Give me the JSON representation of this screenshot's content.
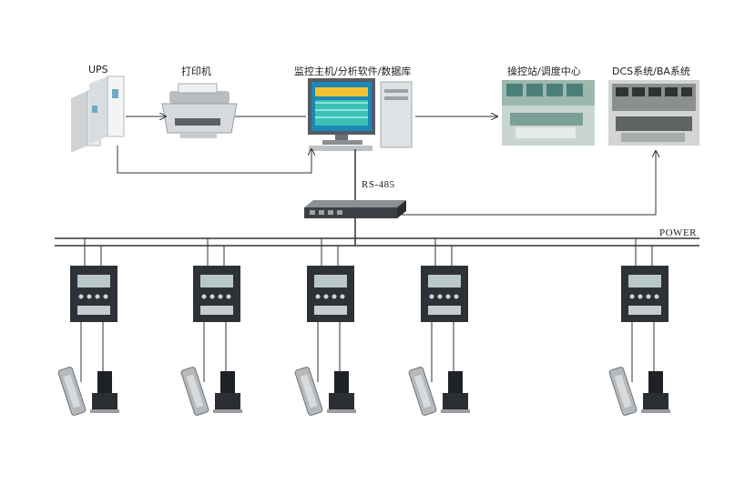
{
  "labels": {
    "ups": "UPS",
    "printer": "打印机",
    "host": "监控主机/分析软件/数据库",
    "control_center": "操控站/调度中心",
    "dcs": "DCS系统/BA系统",
    "rs485": "RS-485",
    "power": "POWER"
  },
  "devices": {
    "meters_count": 5
  },
  "colors": {
    "line": "#333333",
    "meter_body": "#2d3138",
    "meter_screen": "#b9c7c9",
    "screen_blue": "#1b88b5",
    "screen_teal": "#3cc0b4"
  }
}
